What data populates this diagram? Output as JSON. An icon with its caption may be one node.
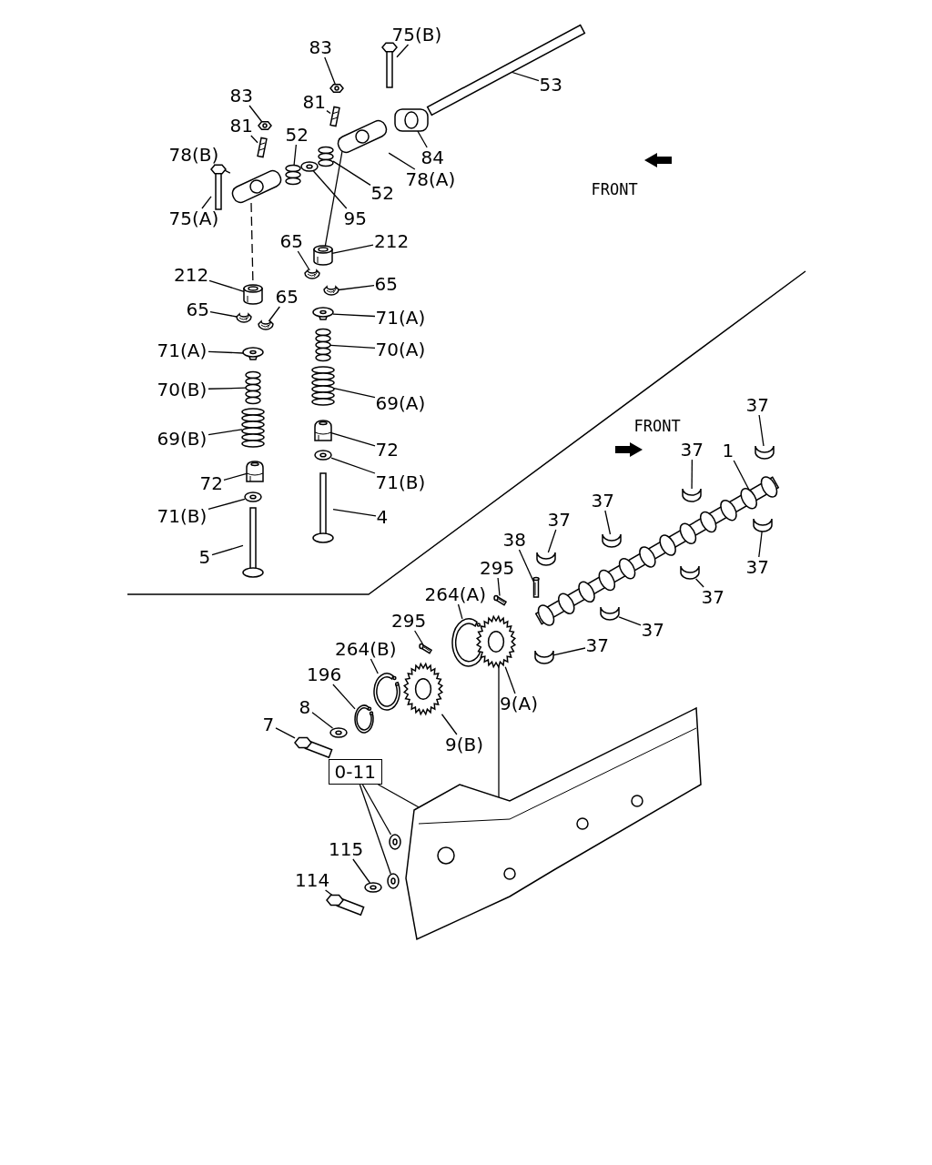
{
  "diagram": {
    "nodes": [
      {
        "text": [
          "75(B)"
        ]
      },
      {
        "text": [],
        "shape": "picture"
      },
      {
        "text": [
          "53"
        ]
      },
      {
        "text": [],
        "shape": "picture"
      },
      {
        "text": [
          "83"
        ]
      },
      {
        "text": [],
        "shape": "picture"
      },
      {
        "text": [
          "81"
        ]
      },
      {
        "text": [],
        "shape": "picture"
      },
      {
        "text": [
          "84"
        ]
      },
      {
        "text": [],
        "shape": "picture"
      },
      {
        "text": [
          "83"
        ]
      },
      {
        "text": [],
        "shape": "picture"
      },
      {
        "text": [
          "81"
        ]
      },
      {
        "text": [],
        "shape": "picture"
      },
      {
        "text": [
          "52"
        ]
      },
      {
        "text": [],
        "shape": "picture"
      },
      {
        "text": [
          "78(A)"
        ]
      },
      {
        "text": [],
        "shape": "picture"
      },
      {
        "text": [
          "78(B)"
        ]
      },
      {
        "text": [],
        "shape": "picture"
      },
      {
        "text": [
          "52"
        ]
      },
      {
        "text": [],
        "shape": "picture"
      },
      {
        "text": [
          "95"
        ]
      },
      {
        "text": [],
        "shape": "picture"
      },
      {
        "text": [
          "75(A)"
        ]
      },
      {
        "text": [],
        "shape": "picture"
      },
      {
        "text": [
          "212"
        ]
      },
      {
        "text": [],
        "shape": "picture"
      },
      {
        "text": [
          "65"
        ]
      },
      {
        "text": [],
        "shape": "picture"
      },
      {
        "text": [
          "212"
        ]
      },
      {
        "text": [],
        "shape": "picture"
      },
      {
        "text": [
          "65"
        ]
      },
      {
        "text": [],
        "shape": "picture"
      },
      {
        "text": [
          "65"
        ]
      },
      {
        "text": [],
        "shape": "picture"
      },
      {
        "text": [
          "65"
        ]
      },
      {
        "text": [],
        "shape": "picture"
      },
      {
        "text": [
          "71(A)"
        ]
      },
      {
        "text": [],
        "shape": "picture"
      },
      {
        "text": [
          "70(A)"
        ]
      },
      {
        "text": [],
        "shape": "picture"
      },
      {
        "text": [
          "71(A)"
        ]
      },
      {
        "text": [],
        "shape": "picture"
      },
      {
        "text": [
          "70(B)"
        ]
      },
      {
        "text": [],
        "shape": "picture"
      },
      {
        "text": [
          "69(A)"
        ]
      },
      {
        "text": [],
        "shape": "picture"
      },
      {
        "text": [
          "69(B)"
        ]
      },
      {
        "text": [],
        "shape": "picture"
      },
      {
        "text": [
          "72"
        ]
      },
      {
        "text": [],
        "shape": "picture"
      },
      {
        "text": [
          "71(B)"
        ]
      },
      {
        "text": [],
        "shape": "picture"
      },
      {
        "text": [
          "72"
        ]
      },
      {
        "text": [],
        "shape": "picture"
      },
      {
        "text": [
          "71(B)"
        ]
      },
      {
        "text": [],
        "shape": "picture"
      },
      {
        "text": [
          "4"
        ]
      },
      {
        "text": [],
        "shape": "picture"
      },
      {
        "text": [
          "5"
        ]
      },
      {
        "text": [],
        "shape": "picture"
      },
      {
        "text": [
          "37"
        ]
      },
      {
        "text": [],
        "shape": "picture"
      },
      {
        "text": [
          "1"
        ]
      },
      {
        "text": [],
        "shape": "picture"
      },
      {
        "text": [
          "37"
        ]
      },
      {
        "text": [],
        "shape": "picture"
      },
      {
        "text": [
          "37"
        ]
      },
      {
        "text": [],
        "shape": "picture"
      },
      {
        "text": [
          "37"
        ]
      },
      {
        "text": [],
        "shape": "picture"
      },
      {
        "text": [
          "38"
        ]
      },
      {
        "text": [],
        "shape": "picture"
      },
      {
        "text": [
          "295"
        ]
      },
      {
        "text": [],
        "shape": "picture"
      },
      {
        "text": [
          "37"
        ]
      },
      {
        "text": [],
        "shape": "picture"
      },
      {
        "text": [
          "264(A)"
        ]
      },
      {
        "text": [],
        "shape": "picture"
      },
      {
        "text": [
          "37"
        ]
      },
      {
        "text": [],
        "shape": "picture"
      },
      {
        "text": [
          "295"
        ]
      },
      {
        "text": [],
        "shape": "picture"
      },
      {
        "text": [
          "37"
        ]
      },
      {
        "text": [],
        "shape": "picture"
      },
      {
        "text": [
          "37"
        ]
      },
      {
        "text": [],
        "shape": "picture"
      },
      {
        "text": [
          "264(B)"
        ]
      },
      {
        "text": [],
        "shape": "picture"
      },
      {
        "text": [
          "196"
        ]
      },
      {
        "text": [],
        "shape": "picture"
      },
      {
        "text": [
          "9(A)"
        ]
      },
      {
        "text": [],
        "shape": "picture"
      },
      {
        "text": [
          "8"
        ]
      },
      {
        "text": [],
        "shape": "picture"
      },
      {
        "text": [
          "7"
        ]
      },
      {
        "text": [],
        "shape": "picture"
      },
      {
        "text": [
          "9(B)"
        ]
      },
      {
        "text": [],
        "shape": "picture"
      },
      {
        "text": [
          "0-11"
        ]
      },
      {
        "text": [],
        "shape": "picture"
      },
      {
        "text": [],
        "shape": "picture"
      },
      {
        "text": [],
        "shape": "picture"
      },
      {
        "text": [
          "115"
        ]
      },
      {
        "text": [],
        "shape": "picture"
      },
      {
        "text": [
          "114"
        ]
      },
      {
        "text": [],
        "shape": "picture"
      }
    ],
    "edges": [
      {
        "from": 0,
        "to": 1,
        "arrow": "none"
      },
      {
        "from": 2,
        "to": 3,
        "arrow": "none"
      },
      {
        "from": 4,
        "to": 5,
        "arrow": "none"
      },
      {
        "from": 6,
        "to": 7,
        "arrow": "none"
      },
      {
        "from": 8,
        "to": 9,
        "arrow": "none"
      },
      {
        "from": 10,
        "to": 11,
        "arrow": "none"
      },
      {
        "from": 12,
        "to": 13,
        "arrow": "none"
      },
      {
        "from": 14,
        "to": 15,
        "arrow": "none"
      },
      {
        "from": 16,
        "to": 17,
        "arrow": "none"
      },
      {
        "from": 18,
        "to": 19,
        "arrow": "none"
      },
      {
        "from": 20,
        "to": 21,
        "arrow": "none"
      },
      {
        "from": 22,
        "to": 23,
        "arrow": "none"
      },
      {
        "from": 24,
        "to": 25,
        "arrow": "none"
      },
      {
        "from": 26,
        "to": 27,
        "arrow": "none"
      },
      {
        "from": 28,
        "to": 29,
        "arrow": "none"
      },
      {
        "from": 30,
        "to": 31,
        "arrow": "none"
      },
      {
        "from": 32,
        "to": 33,
        "arrow": "none"
      },
      {
        "from": 34,
        "to": 35,
        "arrow": "none"
      },
      {
        "from": 36,
        "to": 37,
        "arrow": "none"
      },
      {
        "from": 38,
        "to": 39,
        "arrow": "none"
      },
      {
        "from": 40,
        "to": 41,
        "arrow": "none"
      },
      {
        "from": 42,
        "to": 43,
        "arrow": "none"
      },
      {
        "from": 44,
        "to": 45,
        "arrow": "none"
      },
      {
        "from": 46,
        "to": 47,
        "arrow": "none"
      },
      {
        "from": 48,
        "to": 49,
        "arrow": "none"
      },
      {
        "from": 50,
        "to": 51,
        "arrow": "none"
      },
      {
        "from": 52,
        "to": 53,
        "arrow": "none"
      },
      {
        "from": 54,
        "to": 55,
        "arrow": "none"
      },
      {
        "from": 56,
        "to": 57,
        "arrow": "none"
      },
      {
        "from": 58,
        "to": 59,
        "arrow": "none"
      },
      {
        "from": 60,
        "to": 61,
        "arrow": "none"
      },
      {
        "from": 62,
        "to": 63,
        "arrow": "none"
      },
      {
        "from": 64,
        "to": 65,
        "arrow": "none"
      },
      {
        "from": 66,
        "to": 67,
        "arrow": "none"
      },
      {
        "from": 68,
        "to": 69,
        "arrow": "none"
      },
      {
        "from": 70,
        "to": 71,
        "arrow": "none"
      },
      {
        "from": 72,
        "to": 73,
        "arrow": "none"
      },
      {
        "from": 74,
        "to": 75,
        "arrow": "none"
      },
      {
        "from": 76,
        "to": 77,
        "arrow": "none"
      },
      {
        "from": 78,
        "to": 79,
        "arrow": "none"
      },
      {
        "from": 80,
        "to": 81,
        "arrow": "none"
      },
      {
        "from": 82,
        "to": 83,
        "arrow": "none"
      },
      {
        "from": 84,
        "to": 85,
        "arrow": "none"
      },
      {
        "from": 86,
        "to": 87,
        "arrow": "none"
      },
      {
        "from": 88,
        "to": 89,
        "arrow": "none"
      },
      {
        "from": 90,
        "to": 91,
        "arrow": "none"
      },
      {
        "from": 92,
        "to": 93,
        "arrow": "none"
      },
      {
        "from": 94,
        "to": 95,
        "arrow": "none"
      },
      {
        "from": 96,
        "to": 97,
        "arrow": "none"
      },
      {
        "from": 98,
        "to": 99,
        "arrow": "none"
      },
      {
        "from": 100,
        "to": 101,
        "arrow": "none"
      },
      {
        "from": 100,
        "to": 102,
        "arrow": "none"
      },
      {
        "from": 100,
        "to": 103,
        "arrow": "none"
      },
      {
        "from": 104,
        "to": 105,
        "arrow": "none"
      },
      {
        "from": 106,
        "to": 107,
        "arrow": "none"
      },
      {
        "from": 19,
        "to": 31,
        "arrow": "none",
        "style": "dashed"
      },
      {
        "from": 17,
        "to": 27,
        "arrow": "none"
      },
      {
        "from": 93,
        "to": 101,
        "arrow": "none"
      }
    ],
    "labels": [
      "FRONT",
      "FRONT"
    ]
  }
}
